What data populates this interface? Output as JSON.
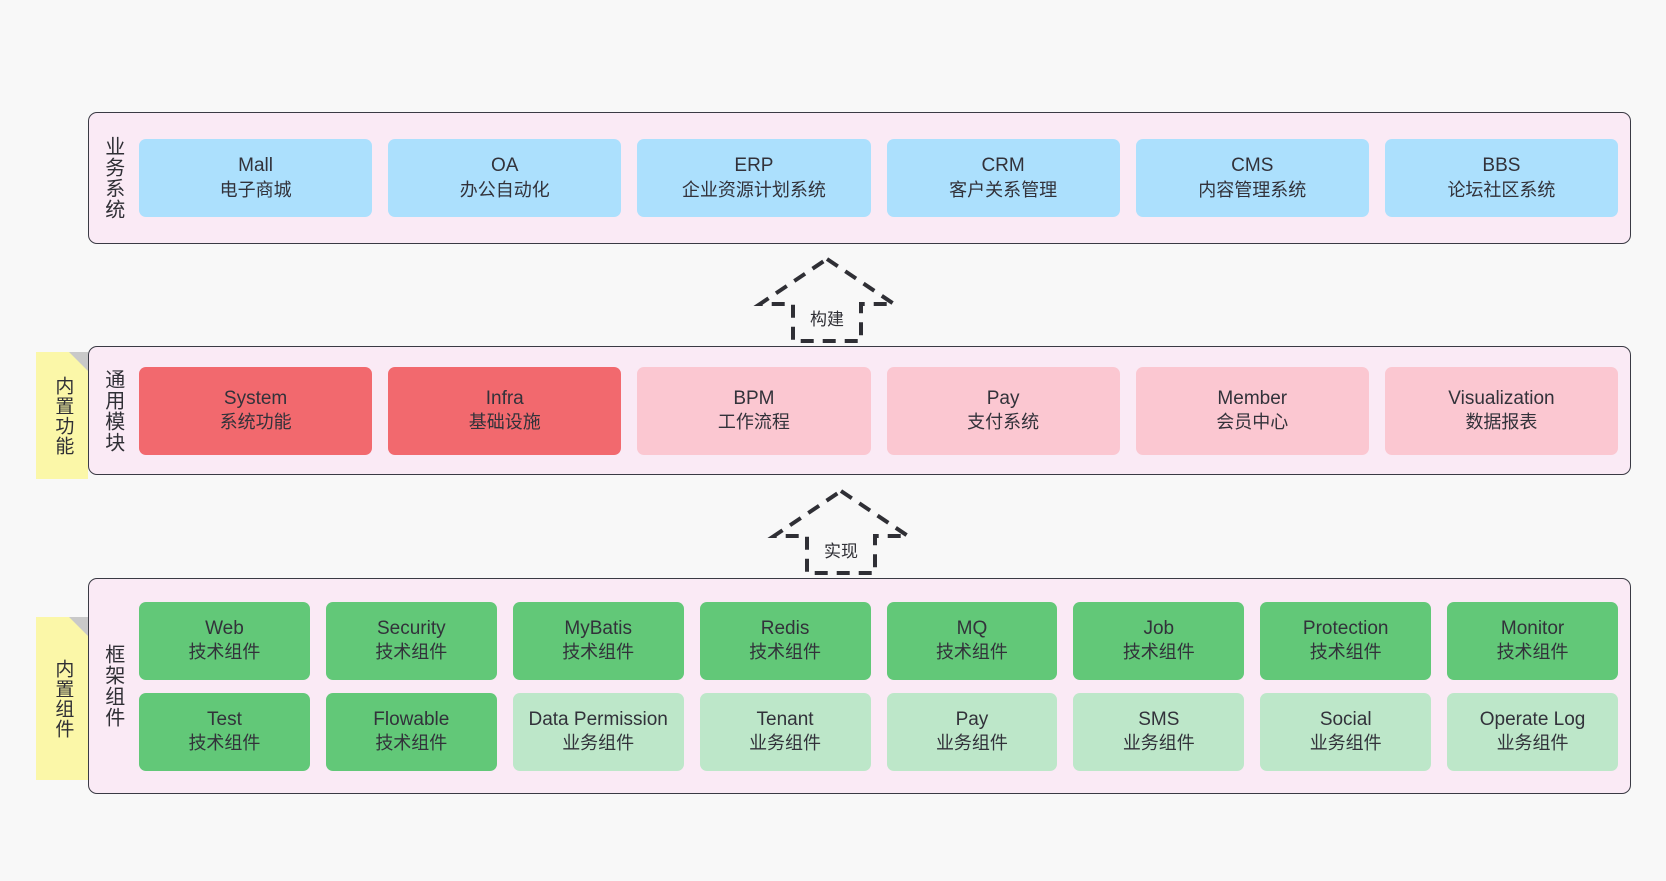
{
  "layers": [
    {
      "id": "business",
      "title": "业务系统",
      "cards": [
        {
          "en": "Mall",
          "cn": "电子商城"
        },
        {
          "en": "OA",
          "cn": "办公自动化"
        },
        {
          "en": "ERP",
          "cn": "企业资源计划系统"
        },
        {
          "en": "CRM",
          "cn": "客户关系管理"
        },
        {
          "en": "CMS",
          "cn": "内容管理系统"
        },
        {
          "en": "BBS",
          "cn": "论坛社区系统"
        }
      ]
    },
    {
      "id": "common",
      "title": "通用模块",
      "note": "内置功能",
      "cards": [
        {
          "en": "System",
          "cn": "系统功能",
          "style": "red"
        },
        {
          "en": "Infra",
          "cn": "基础设施",
          "style": "red"
        },
        {
          "en": "BPM",
          "cn": "工作流程",
          "style": "pink"
        },
        {
          "en": "Pay",
          "cn": "支付系统",
          "style": "pink"
        },
        {
          "en": "Member",
          "cn": "会员中心",
          "style": "pink"
        },
        {
          "en": "Visualization",
          "cn": "数据报表",
          "style": "pink"
        }
      ]
    },
    {
      "id": "framework",
      "title": "框架组件",
      "note": "内置组件",
      "row1": [
        {
          "en": "Web",
          "cn": "技术组件"
        },
        {
          "en": "Security",
          "cn": "技术组件"
        },
        {
          "en": "MyBatis",
          "cn": "技术组件"
        },
        {
          "en": "Redis",
          "cn": "技术组件"
        },
        {
          "en": "MQ",
          "cn": "技术组件"
        },
        {
          "en": "Job",
          "cn": "技术组件"
        },
        {
          "en": "Protection",
          "cn": "技术组件"
        },
        {
          "en": "Monitor",
          "cn": "技术组件"
        }
      ],
      "row2": [
        {
          "en": "Test",
          "cn": "技术组件",
          "style": "green"
        },
        {
          "en": "Flowable",
          "cn": "技术组件",
          "style": "green"
        },
        {
          "en": "Data Permission",
          "cn": "业务组件",
          "style": "lightgreen"
        },
        {
          "en": "Tenant",
          "cn": "业务组件",
          "style": "lightgreen"
        },
        {
          "en": "Pay",
          "cn": "业务组件",
          "style": "lightgreen"
        },
        {
          "en": "SMS",
          "cn": "业务组件",
          "style": "lightgreen"
        },
        {
          "en": "Social",
          "cn": "业务组件",
          "style": "lightgreen"
        },
        {
          "en": "Operate Log",
          "cn": "业务组件",
          "style": "lightgreen"
        }
      ]
    }
  ],
  "arrows": [
    {
      "id": "build",
      "label": "构建"
    },
    {
      "id": "implement",
      "label": "实现"
    }
  ],
  "colors": {
    "panel_bg": "#faeaf5",
    "panel_border": "#3a3a44",
    "blue": "#ace0fd",
    "red": "#f2696e",
    "pink": "#fbc7d1",
    "green": "#62c878",
    "light_green": "#bde7c9",
    "note_yellow": "#fbf7a8",
    "note_fold": "#c9c9c9",
    "canvas_bg": "#f8f8f8",
    "text": "#32323a"
  }
}
